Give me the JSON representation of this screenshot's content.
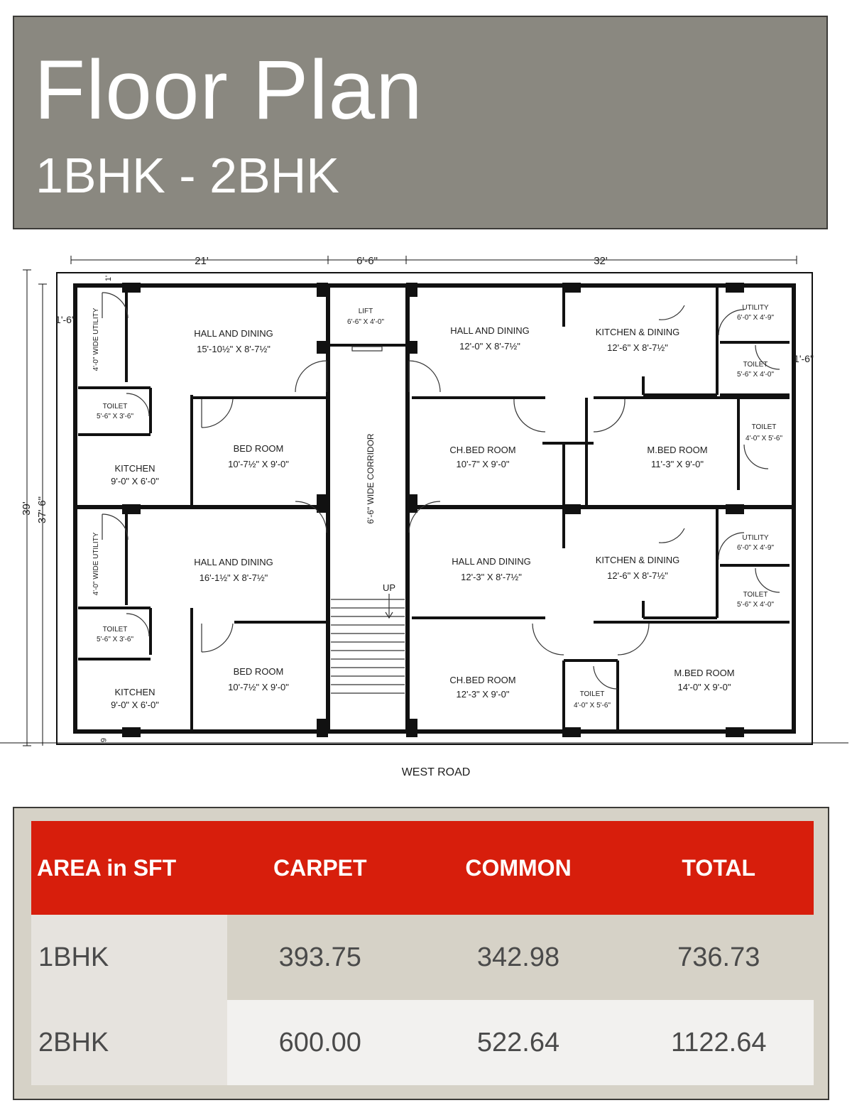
{
  "header": {
    "title": "Floor Plan",
    "subtitle": "1BHK - 2BHK"
  },
  "plan": {
    "dimensions": {
      "top_left": "21'",
      "top_mid": "6'-6\"",
      "top_right": "32'",
      "left_outer": "39'",
      "left_inner": "37'-6\"",
      "left_small": "1'-6\"",
      "right_small": "1'-6\"",
      "top_small": "1'",
      "bottom_small": "6\""
    },
    "road_label": "WEST ROAD",
    "corridor_label": "6'-6\" WIDE CORRIDOR",
    "stairs_label": "UP",
    "rooms": [
      {
        "name": "LIFT",
        "size": "6'-6\" X 4'-0\""
      },
      {
        "name": "HALL AND DINING",
        "size": "15'-10½\" X 8'-7½\""
      },
      {
        "name": "4'-0\" WIDE UTILITY",
        "size": ""
      },
      {
        "name": "TOILET",
        "size": "5'-6\" X 3'-6\""
      },
      {
        "name": "KITCHEN",
        "size": "9'-0\" X 6'-0\""
      },
      {
        "name": "BED ROOM",
        "size": "10'-7½\" X 9'-0\""
      },
      {
        "name": "HALL AND DINING",
        "size": "16'-1½\" X 8'-7½\""
      },
      {
        "name": "4'-0\" WIDE UTILITY",
        "size": ""
      },
      {
        "name": "TOILET",
        "size": "5'-6\" X 3'-6\""
      },
      {
        "name": "KITCHEN",
        "size": "9'-0\" X 6'-0\""
      },
      {
        "name": "BED ROOM",
        "size": "10'-7½\" X 9'-0\""
      },
      {
        "name": "HALL AND DINING",
        "size": "12'-0\" X 8'-7½\""
      },
      {
        "name": "KITCHEN & DINING",
        "size": "12'-6\" X 8'-7½\""
      },
      {
        "name": "UTILITY",
        "size": "6'-0\" X 4'-9\""
      },
      {
        "name": "TOILET",
        "size": "5'-6\" X 4'-0\""
      },
      {
        "name": "CH.BED ROOM",
        "size": "10'-7\" X 9'-0\""
      },
      {
        "name": "M.BED ROOM",
        "size": "11'-3\" X 9'-0\""
      },
      {
        "name": "TOILET",
        "size": "4'-0\" X 5'-6\""
      },
      {
        "name": "HALL AND DINING",
        "size": "12'-3\" X 8'-7½\""
      },
      {
        "name": "KITCHEN & DINING",
        "size": "12'-6\" X 8'-7½\""
      },
      {
        "name": "UTILITY",
        "size": "6'-0\" X 4'-9\""
      },
      {
        "name": "TOILET",
        "size": "5'-6\" X 4'-0\""
      },
      {
        "name": "CH.BED ROOM",
        "size": "12'-3\" X 9'-0\""
      },
      {
        "name": "TOILET",
        "size": "4'-0\" X 5'-6\""
      },
      {
        "name": "M.BED ROOM",
        "size": "14'-0\" X 9'-0\""
      }
    ]
  },
  "area_table": {
    "headers": [
      "AREA in SFT",
      "CARPET",
      "COMMON",
      "TOTAL"
    ],
    "rows": [
      [
        "1BHK",
        "393.75",
        "342.98",
        "736.73"
      ],
      [
        "2BHK",
        "600.00",
        "522.64",
        "1122.64"
      ]
    ]
  }
}
